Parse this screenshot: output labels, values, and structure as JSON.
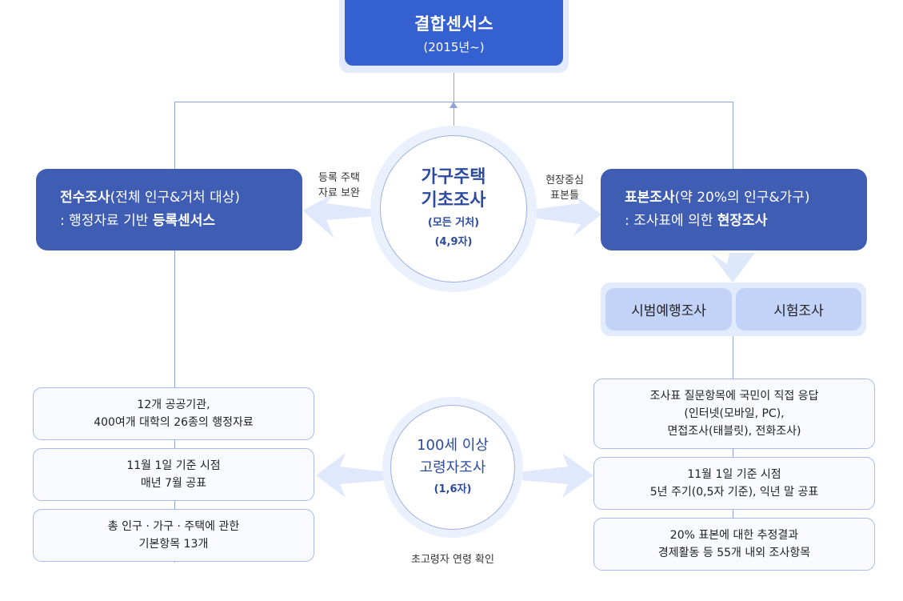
{
  "top": {
    "title": "결합센서스",
    "subtitle": "(2015년~)"
  },
  "left_main": {
    "bold_1": "전수조사",
    "text_1": "(전체 인구&거처 대상)",
    "text_2": ": 행정자료 기반 ",
    "bold_2": "등록센서스"
  },
  "right_main": {
    "bold_1": "표본조사",
    "text_1": "(약 20%의 인구&가구)",
    "text_2": ": 조사표에 의한 ",
    "bold_2": "현장조사"
  },
  "center_circle": {
    "title_line1": "가구주택",
    "title_line2": "기초조사",
    "sub_line1": "(모든 거처)",
    "sub_line2": "(4,9자)"
  },
  "left_note": {
    "line1": "등록 주택",
    "line2": "자료 보완"
  },
  "right_note": {
    "line1": "현장중심",
    "line2": "표본틀"
  },
  "pills": [
    {
      "label": "시범예행조사"
    },
    {
      "label": "시험조사"
    }
  ],
  "left_info": [
    {
      "line1": "12개 공공기관,",
      "line2": "400여개 대학의 26종의 행정자료"
    },
    {
      "line1": "11월 1일 기준 시점",
      "line2": "매년 7월 공표"
    },
    {
      "line1": "총 인구 · 가구 · 주택에 관한",
      "line2": "기본항목 13개"
    }
  ],
  "right_info": [
    {
      "line1": "조사표 질문항목에 국민이 직접 응답",
      "line2": "(인터넷(모바일, PC),",
      "line3": "면접조사(태블릿), 전화조사)"
    },
    {
      "line1": "11월 1일 기준 시점",
      "line2": "5년 주기(0,5자 기준), 익년 말 공표"
    },
    {
      "line1": "20% 표본에 대한 추정결과",
      "line2": "경제활동 등 55개 내외 조사항목"
    }
  ],
  "bottom_circle": {
    "title_line1": "100세 이상",
    "title_line2": "고령자조사",
    "sub": "(1,6자)"
  },
  "bottom_note": "초고령자 연령 확인",
  "colors": {
    "top_box": "#3461cf",
    "main_box": "#3f5db3",
    "circle_text": "#2c4ba0",
    "pill": "#c3d2f7",
    "halo": "#e2ebfc",
    "line": "#8fa3d9"
  }
}
